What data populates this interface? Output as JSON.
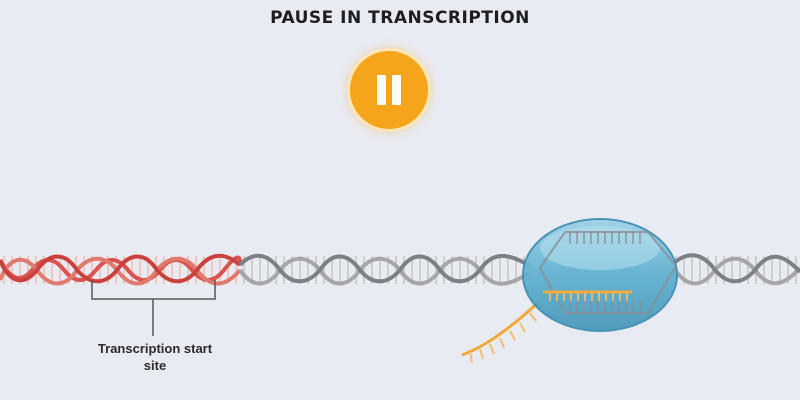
{
  "header": {
    "title": "PAUSE IN TRANSCRIPTION"
  },
  "controls": {
    "pause_button": {
      "icon": "pause-icon",
      "state": "paused"
    }
  },
  "diagram": {
    "elements": [
      {
        "name": "promoter-dna",
        "color": "#d9534f",
        "description": "red DNA double helix segment"
      },
      {
        "name": "dna-double-helix",
        "color": "#8e9096",
        "description": "grey DNA double helix"
      },
      {
        "name": "rna-polymerase",
        "color": "#5aaecb",
        "description": "blue oval enzyme with unwound DNA bubble"
      },
      {
        "name": "rna-transcript",
        "color": "#f0a93a",
        "description": "orange nascent RNA strand"
      }
    ],
    "callout": {
      "label": "Transcription start site",
      "label_line1": "Transcription start",
      "label_line2": "site"
    }
  },
  "colors": {
    "background": "#e9ebf3",
    "accent": "#f4a51c",
    "promoter": "#d9534f",
    "dna": "#8e9096",
    "polymerase": "#5aaecb",
    "rna": "#f0a93a"
  }
}
